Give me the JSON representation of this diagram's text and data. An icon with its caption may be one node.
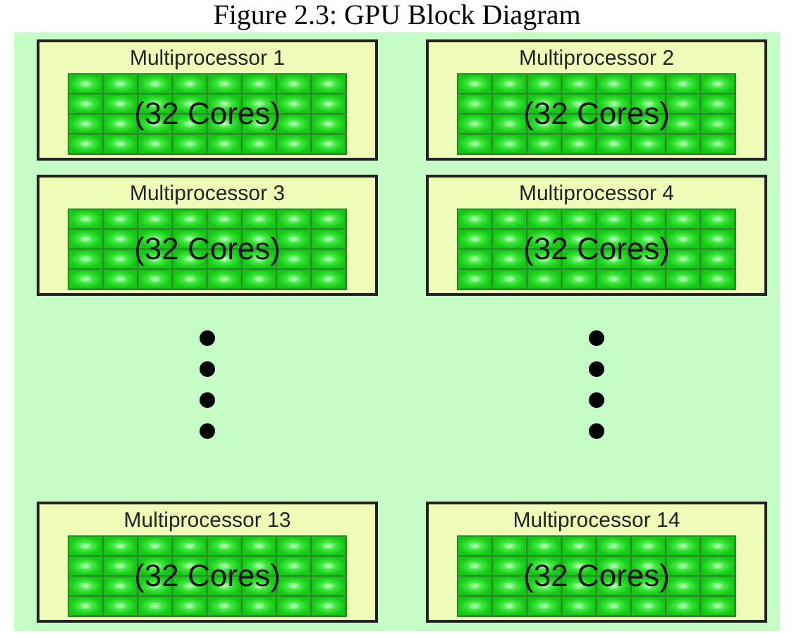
{
  "diagram": {
    "title": "Figure 2.3: GPU Block Diagram",
    "nodes": [
      {
        "text": [
          "Multiprocessor 1"
        ]
      },
      {
        "text": [
          "(32 Cores)"
        ],
        "in": 0
      },
      {
        "text": [
          "Multiprocessor 2"
        ]
      },
      {
        "text": [
          "(32 Cores)"
        ],
        "in": 2
      },
      {
        "text": [
          "Multiprocessor 3"
        ]
      },
      {
        "text": [
          "(32 Cores)"
        ],
        "in": 4
      },
      {
        "text": [
          "Multiprocessor 4"
        ]
      },
      {
        "text": [
          "(32 Cores)"
        ],
        "in": 6
      },
      {
        "text": [
          "Multiprocessor 13"
        ]
      },
      {
        "text": [
          "(32 Cores)"
        ],
        "in": 8
      },
      {
        "text": [
          "Multiprocessor 14"
        ]
      },
      {
        "text": [
          "(32 Cores)"
        ],
        "in": 10
      }
    ]
  }
}
